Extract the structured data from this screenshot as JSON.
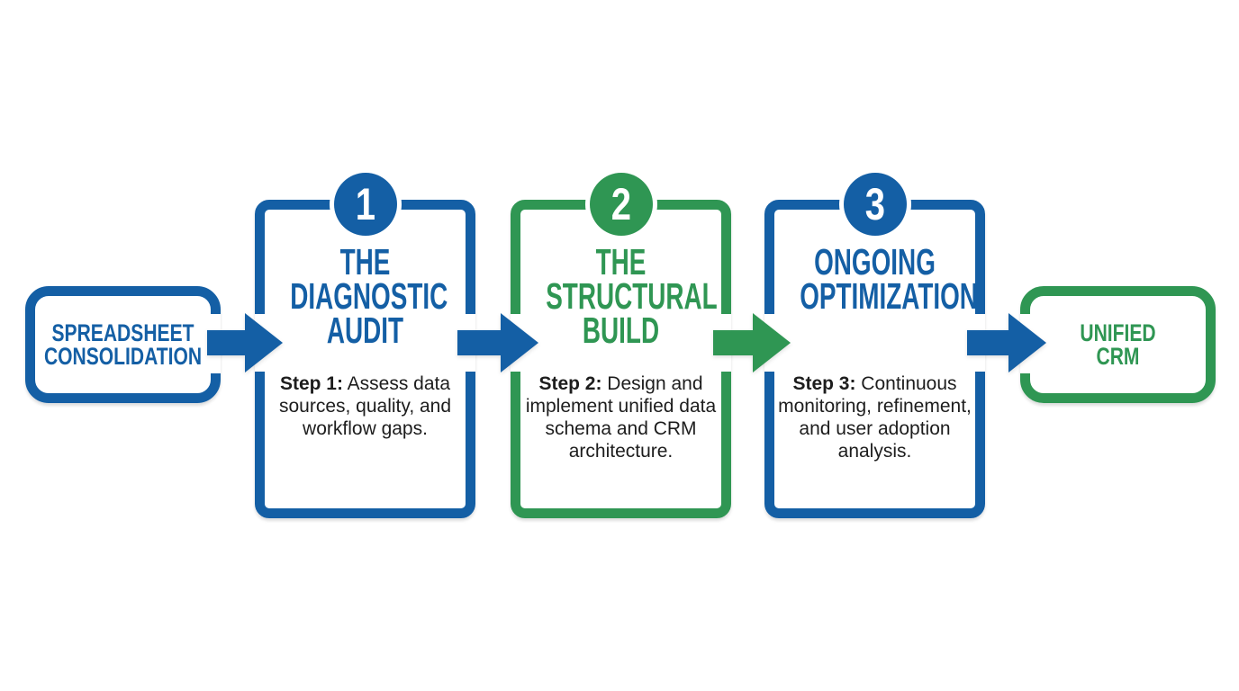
{
  "colors": {
    "blue": "#145FA5",
    "green": "#2F9653",
    "text_dark": "#1d1d1d",
    "background": "#ffffff"
  },
  "flow": {
    "start_terminal": {
      "line1": "SPREADSHEET",
      "line2": "CONSOLIDATION"
    },
    "steps": [
      {
        "number": "1",
        "title_line1": "THE",
        "title_line2": "DIAGNOSTIC",
        "title_line3": "AUDIT",
        "step_label": "Step 1:",
        "description": "Assess data sources, quality, and workflow gaps."
      },
      {
        "number": "2",
        "title_line1": "THE",
        "title_line2": "STRUCTURAL",
        "title_line3": "BUILD",
        "step_label": "Step 2:",
        "description": "Design and implement unified data schema and CRM architecture."
      },
      {
        "number": "3",
        "title_line1": "ONGOING",
        "title_line2": "OPTIMIZATION",
        "title_line3": "",
        "step_label": "Step 3:",
        "description": "Continuous monitoring, refinement, and user adoption analysis."
      }
    ],
    "end_terminal": {
      "line1": "UNIFIED",
      "line2": "CRM"
    }
  }
}
